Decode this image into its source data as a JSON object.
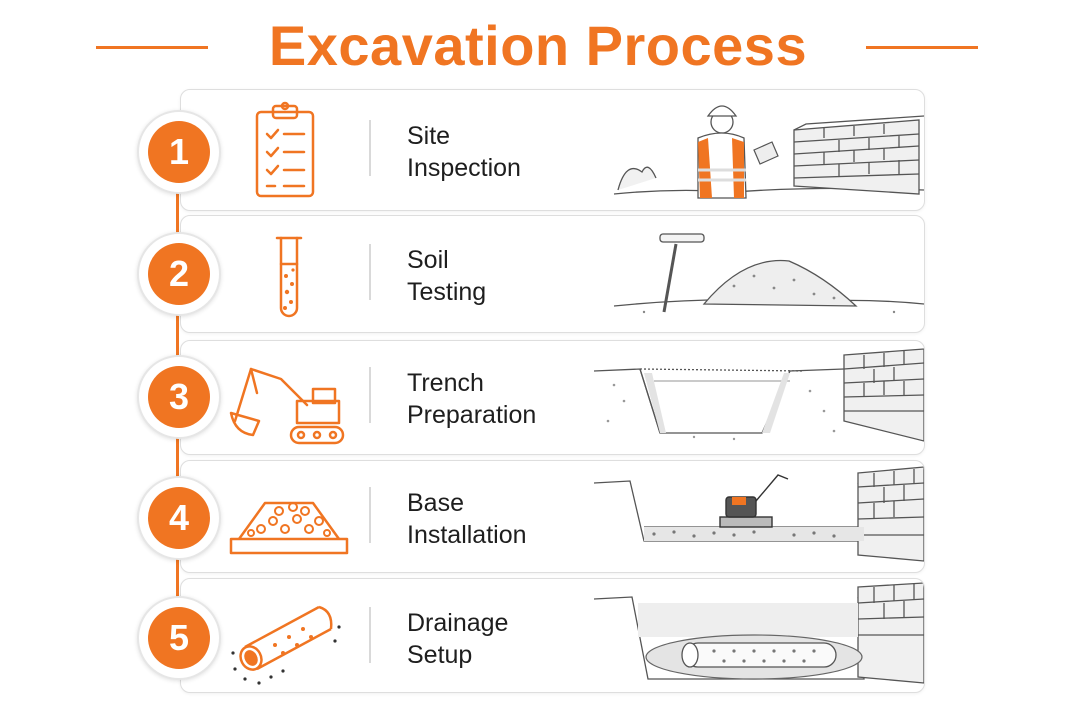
{
  "title": "Excavation Process",
  "accent_color": "#f07522",
  "steps": [
    {
      "number": "1",
      "line1": "Site",
      "line2": "Inspection",
      "icon": "clipboard-checklist-icon"
    },
    {
      "number": "2",
      "line1": "Soil",
      "line2": "Testing",
      "icon": "test-tube-icon"
    },
    {
      "number": "3",
      "line1": "Trench",
      "line2": "Preparation",
      "icon": "excavator-icon"
    },
    {
      "number": "4",
      "line1": "Base",
      "line2": "Installation",
      "icon": "gravel-pile-icon"
    },
    {
      "number": "5",
      "line1": "Drainage",
      "line2": "Setup",
      "icon": "perforated-pipe-icon"
    }
  ]
}
